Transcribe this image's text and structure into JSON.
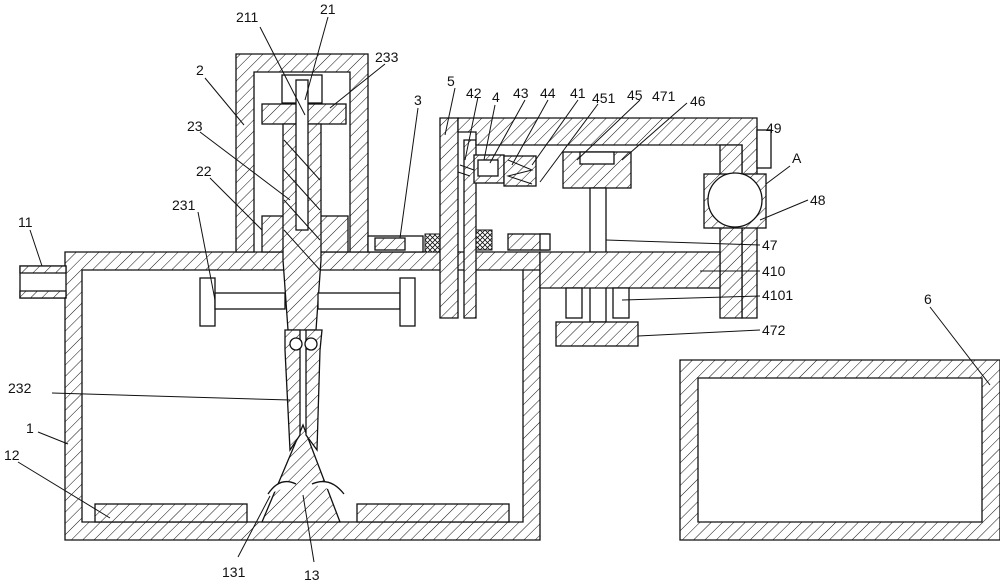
{
  "labels": {
    "l1": "1",
    "l2": "2",
    "l3": "3",
    "l4": "4",
    "l5": "5",
    "l6": "6",
    "l11": "11",
    "l12": "12",
    "l13": "13",
    "l131": "131",
    "l21": "21",
    "l211": "211",
    "l22": "22",
    "l23": "23",
    "l231": "231",
    "l232": "232",
    "l233": "233",
    "l41": "41",
    "l42": "42",
    "l43": "43",
    "l44": "44",
    "l45": "45",
    "l451": "451",
    "l46": "46",
    "l47": "47",
    "l471": "471",
    "l472": "472",
    "l48": "48",
    "l49": "49",
    "l410": "410",
    "l4101": "4101",
    "lA": "A"
  }
}
